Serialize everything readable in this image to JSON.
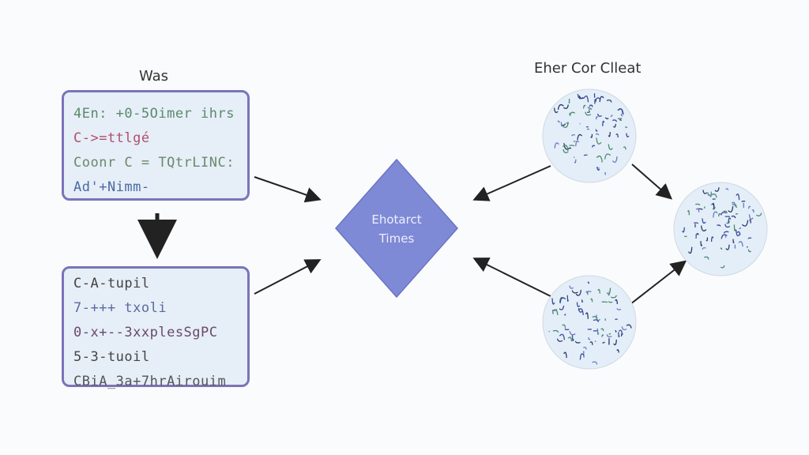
{
  "left_title": "Was",
  "right_title": "Eher Cor Clleat",
  "top_box": {
    "lines": [
      {
        "text": "4En: +0-5Oimer ihrs",
        "color": "#5a8a6a"
      },
      {
        "text": "C->=ttlgé",
        "color": "#b0506a"
      },
      {
        "text": "Coonr C = TQtrLINC:",
        "color": "#6a8a6a"
      },
      {
        "text": "Ad'+Nimm-",
        "color": "#4a6aa0"
      }
    ]
  },
  "bottom_box": {
    "lines": [
      {
        "text": "C-A-tupil",
        "color": "#444"
      },
      {
        "text": "7-+++ txoli",
        "color": "#5a6aa0"
      },
      {
        "text": "0-x+--3xxplesSgPC",
        "color": "#6a4a6a"
      },
      {
        "text": "5-3-tuoil",
        "color": "#444"
      },
      {
        "text": "CBiA_3a+7hrAirouim",
        "color": "#555"
      }
    ]
  },
  "diamond": {
    "line1": "Ehotarct",
    "line2": "Times",
    "color": "#7f8ad6"
  },
  "colors": {
    "box_border": "#7b74b8",
    "box_fill": "#e6eef8",
    "arrow": "#222222",
    "circle_fill": "#e4eef8"
  }
}
